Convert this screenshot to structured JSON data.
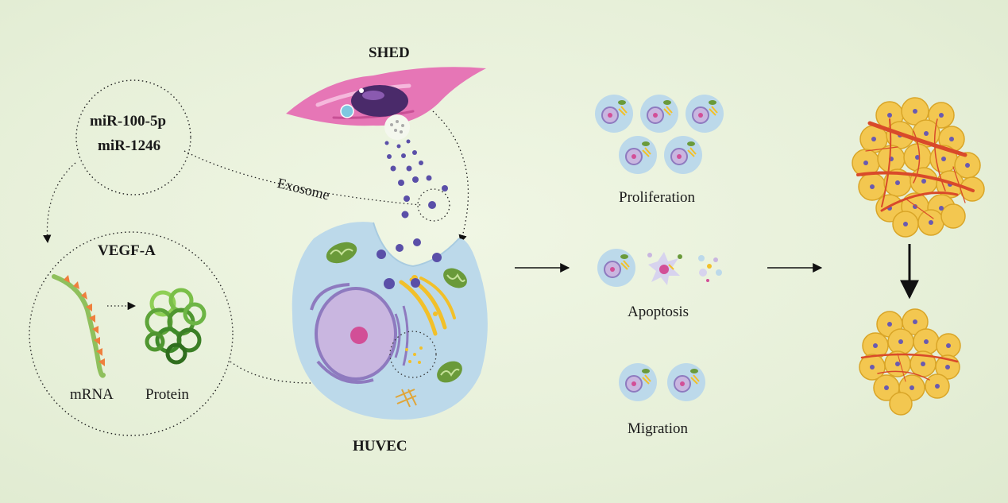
{
  "labels": {
    "shed": "SHED",
    "hucev": "HUVEC",
    "mirna_1": "miR-100-5p",
    "mirna_2": "miR-1246",
    "exosome": "Exosome",
    "vegf": "VEGF-A",
    "mrna": "mRNA",
    "protein": "Protein",
    "proliferation": "Proliferation",
    "apoptosis": "Apoptosis",
    "migration": "Migration"
  },
  "colors": {
    "background": "#e8f1da",
    "shed_cell": "#e676b6",
    "nucleus": "#4a2a6a",
    "exosome": "#5a4fa8",
    "huvec": "#bcd9ea",
    "golgi": "#f2c02a",
    "mitochondria": "#6a9a3a",
    "fat_cell": "#f3c750",
    "vessel": "#d94a2a",
    "mrna_strand": "#8fc05c",
    "mrna_tick": "#ef7f3d",
    "protein": "#3f8a2a"
  }
}
